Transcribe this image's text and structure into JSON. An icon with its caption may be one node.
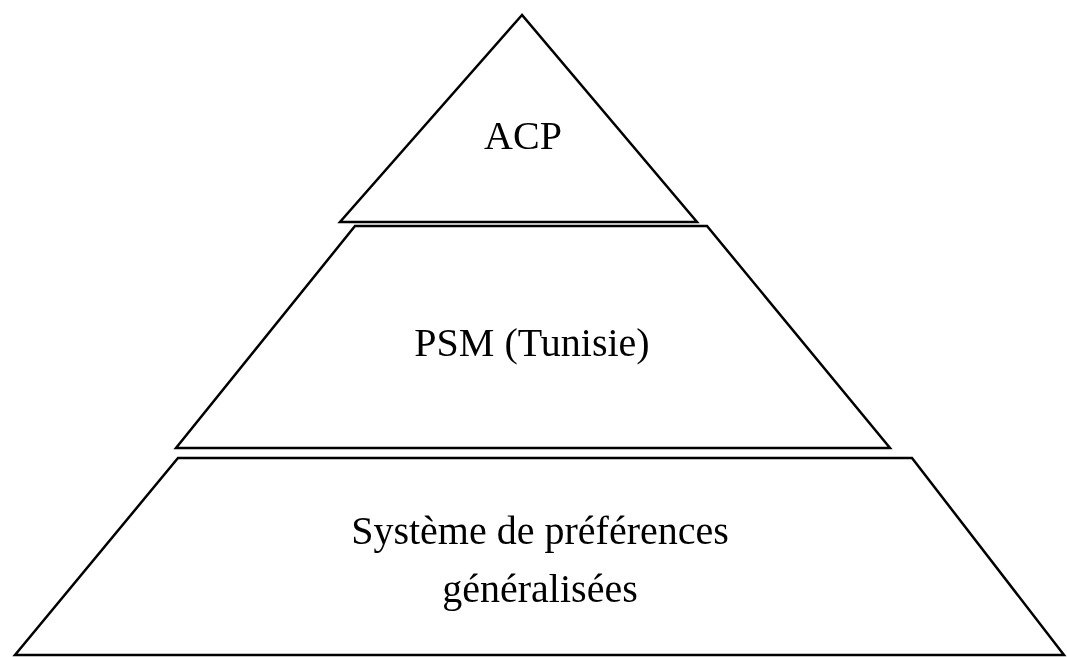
{
  "diagram": {
    "nodes": [
      {
        "text": [
          "ACP"
        ]
      },
      {
        "text": [
          "PSM (Tunisie)"
        ]
      },
      {
        "text": [
          "Système de préférences généralisées"
        ]
      }
    ]
  }
}
